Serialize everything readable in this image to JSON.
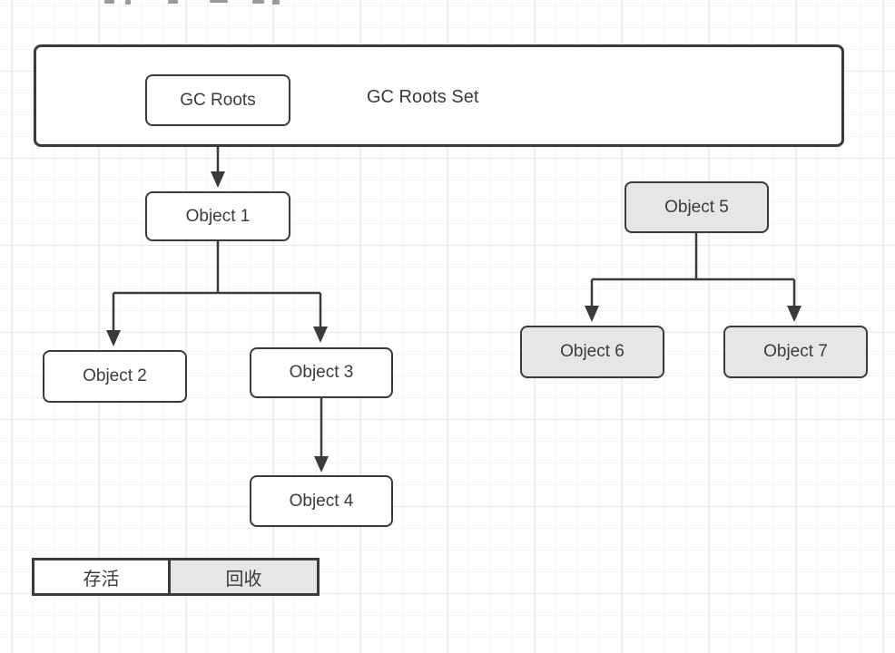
{
  "container": {
    "label": "GC Roots Set"
  },
  "nodes": {
    "gc_roots": {
      "label": "GC Roots",
      "variant": "white"
    },
    "object1": {
      "label": "Object 1",
      "variant": "white"
    },
    "object2": {
      "label": "Object 2",
      "variant": "white"
    },
    "object3": {
      "label": "Object 3",
      "variant": "white"
    },
    "object4": {
      "label": "Object 4",
      "variant": "white"
    },
    "object5": {
      "label": "Object 5",
      "variant": "gray"
    },
    "object6": {
      "label": "Object 6",
      "variant": "gray"
    },
    "object7": {
      "label": "Object 7",
      "variant": "gray"
    }
  },
  "edges": [
    {
      "from": "GC Roots",
      "to": "Object 1"
    },
    {
      "from": "Object 1",
      "to": "Object 2"
    },
    {
      "from": "Object 1",
      "to": "Object 3"
    },
    {
      "from": "Object 3",
      "to": "Object 4"
    },
    {
      "from": "Object 5",
      "to": "Object 6"
    },
    {
      "from": "Object 5",
      "to": "Object 7"
    }
  ],
  "legend": {
    "alive": {
      "label": "存活",
      "variant": "white"
    },
    "recycle": {
      "label": "回收",
      "variant": "gray"
    }
  },
  "colors": {
    "border": "#3b3b3b",
    "text": "#3b3b3b",
    "arrow": "#3b3b3b",
    "gray_fill": "#e6e6e6",
    "white_fill": "#ffffff",
    "grid_minor": "#f4f4f4",
    "grid_major": "#e9e9e9"
  }
}
